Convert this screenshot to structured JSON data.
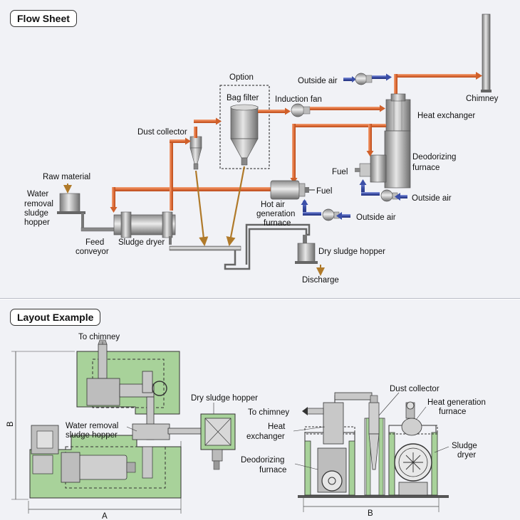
{
  "sections": {
    "flow_sheet": "Flow Sheet",
    "layout_example": "Layout Example"
  },
  "flow": {
    "option": "Option",
    "bag_filter": "Bag filter",
    "outside_air_top": "Outside air",
    "induction_fan": "Induction fan",
    "chimney": "Chimney",
    "heat_exchanger": "Heat exchanger",
    "dust_collector": "Dust collector",
    "deodorizing_furnace_1": "Deodorizing",
    "deodorizing_furnace_2": "furnace",
    "fuel_left": "Fuel",
    "raw_material": "Raw material",
    "water_removal_1": "Water",
    "water_removal_2": "removal",
    "water_removal_3": "sludge",
    "water_removal_4": "hopper",
    "fuel_right": "Fuel",
    "outside_air_mid": "Outside air",
    "hot_air_1": "Hot air",
    "hot_air_2": "generation",
    "hot_air_3": "furnace",
    "outside_air_low": "Outside air",
    "feed_conveyor_1": "Feed",
    "feed_conveyor_2": "conveyor",
    "sludge_dryer": "Sludge dryer",
    "dry_sludge_hopper": "Dry sludge hopper",
    "discharge": "Discharge"
  },
  "layout": {
    "to_chimney_plan": "To chimney",
    "dry_sludge_hopper": "Dry sludge hopper",
    "water_removal_1": "Water removal",
    "water_removal_2": "sludge hopper",
    "dim_b_left": "B",
    "dim_a": "A",
    "dust_collector": "Dust collector",
    "heat_generation_1": "Heat generation",
    "heat_generation_2": "furnace",
    "to_chimney_elev": "To chimney",
    "heat_exchanger_1": "Heat",
    "heat_exchanger_2": "exchanger",
    "sludge_dryer_1": "Sludge",
    "sludge_dryer_2": "dryer",
    "deodorizing_1": "Deodorizing",
    "deodorizing_2": "furnace",
    "dim_b_bottom": "B"
  },
  "colors": {
    "hot_duct": "#e0703a",
    "cold_duct": "#3b4fa8",
    "plan_green": "#a8d29a",
    "equipment_gray": "#9a9a9a"
  }
}
